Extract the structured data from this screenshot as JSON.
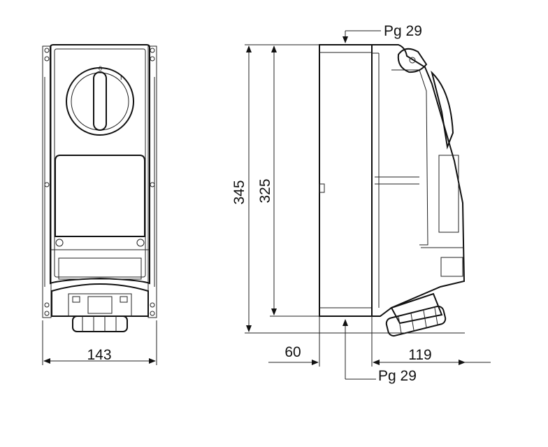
{
  "drawing": {
    "front_view": {
      "width_label": "143",
      "switch_mark_on": "I",
      "switch_mark_off": "0"
    },
    "side_view": {
      "height_outer_label": "345",
      "height_inner_label": "325",
      "depth_back_label": "60",
      "depth_front_label": "119",
      "gland_top_label": "Pg 29",
      "gland_bottom_label": "Pg 29"
    }
  }
}
